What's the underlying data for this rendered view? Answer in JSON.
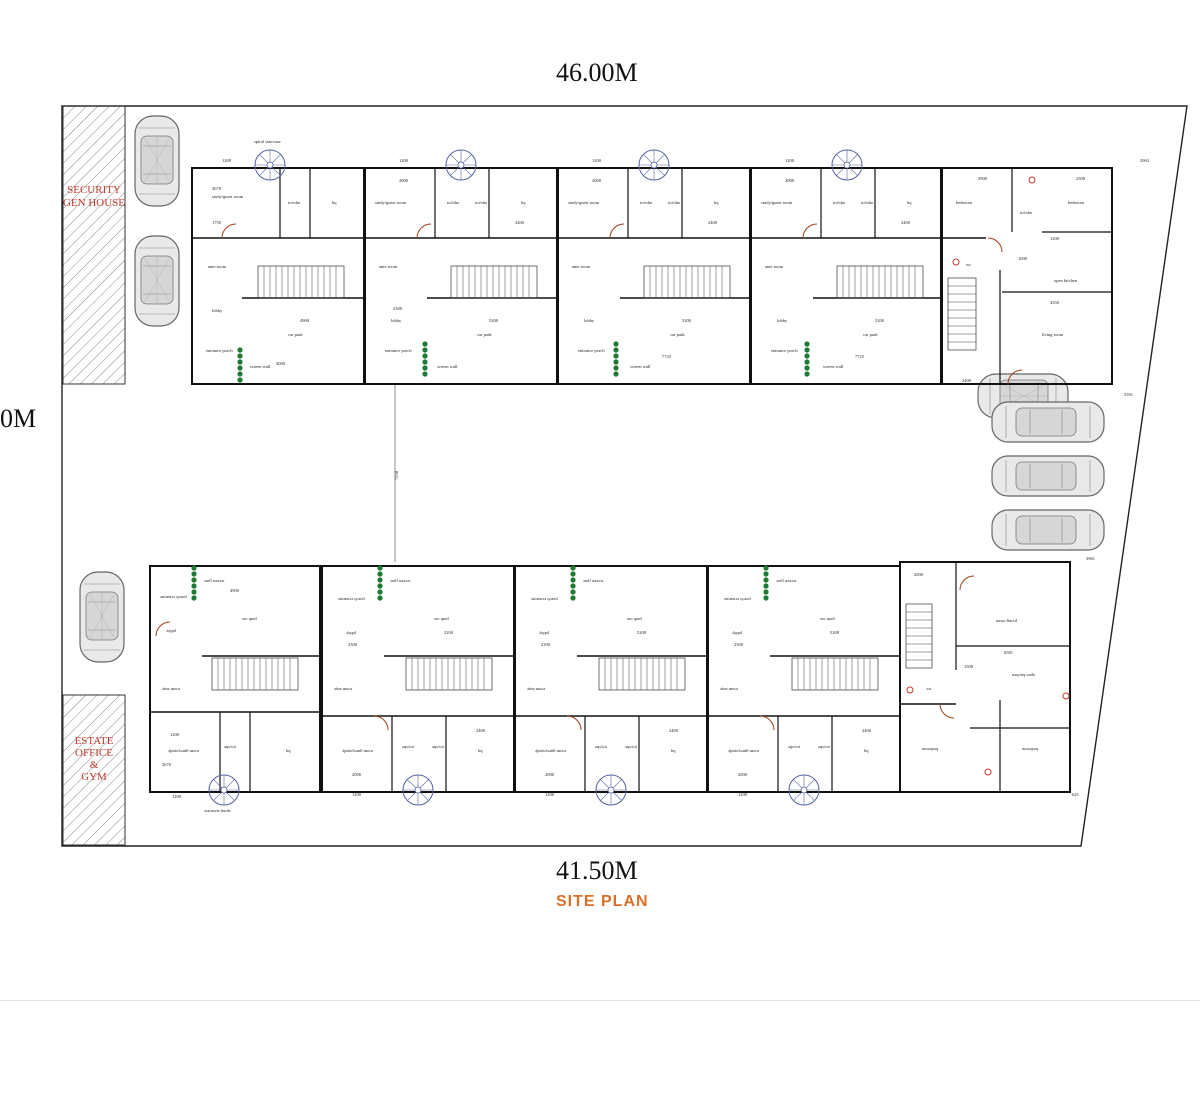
{
  "dimensions": {
    "top": "46.00M",
    "bottom": "41.50M",
    "left": "0M"
  },
  "caption": "SITE PLAN",
  "blocks": {
    "security": [
      "SECURITY",
      "GEN HOUSE"
    ],
    "estate": [
      "ESTATE",
      "OFFICE",
      "&",
      "GYM"
    ]
  },
  "north_row_rooms": {
    "spiral_staircase": "spiral staircase",
    "study": "study/guest room",
    "toilet": "toi/sho",
    "bq": "bq",
    "ante_room": "ante room",
    "lobby": "lobby",
    "car_park": "car park",
    "entrance_porch": "entrance porch",
    "screen_wall": "screen wall"
  },
  "north_dims": [
    "1200",
    "2000",
    "1000",
    "2400",
    "4900",
    "5200",
    "7725",
    "2300",
    "2670",
    "1750",
    "4000",
    "700",
    "1500"
  ],
  "end_unit_rooms": {
    "bedroom_a": "bedroom",
    "bedroom_b": "bedroom",
    "toilet": "toi/sho",
    "wc": "wc",
    "open_kitchen": "open kitchen",
    "living_room": "living room"
  },
  "end_unit_dims": [
    "2900",
    "2500",
    "1200",
    "1000",
    "4350",
    "4050",
    "2400",
    "2591",
    "2963",
    "5391"
  ],
  "south_row_rooms": {
    "car_park": "ɹɐɔ ʞɹɐd",
    "entrance_porch": "ǝuʇɹɐuɔǝ ɥɔɹod",
    "screen_wall": "ʍɐll uǝǝɹɔs",
    "lobby": "ʎqqol",
    "ante_room": "ǝʇuɐ ɯooɹ",
    "study": "ʎpnʇs/ʇsǝnƃ ɯooɹ",
    "toilet": "ǝɥs/ıoʇ",
    "bq": "bq",
    "spiral_staircase": "ǝsɐɔɹıɐʇs lɐɹıds"
  },
  "south_dims": [
    "4900",
    "5200",
    "2300",
    "1200",
    "2000",
    "2400",
    "1000",
    "2670",
    "1750",
    "6581",
    "1500"
  ],
  "south_end_rooms": {
    "living_room": "ɯooɹ ƃuıʌıl",
    "open_kitchen": "uǝɥɔʇıʞ uǝdo",
    "wc": "ɔʍ",
    "bedroom_a": "ɯooɹpǝq",
    "bedroom_b": "ɯooɹpǝq"
  },
  "misc_dims": [
    "7250",
    "3961",
    "2000",
    "2591",
    "625"
  ]
}
